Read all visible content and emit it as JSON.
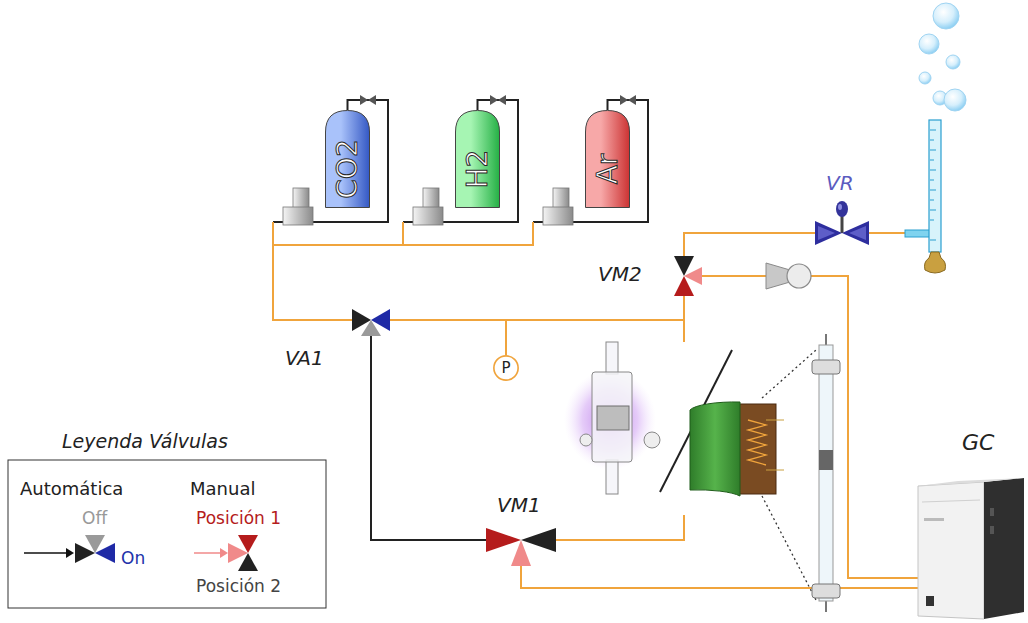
{
  "diagram": {
    "nodes": [
      {
        "text": [
          "CO2"
        ]
      },
      {
        "text": [
          "H2"
        ]
      },
      {
        "text": [
          "Ar"
        ]
      },
      {
        "text": [
          "VA1"
        ]
      },
      {
        "text": [
          "P"
        ]
      },
      {
        "text": [
          "VM2"
        ]
      },
      {
        "text": [
          "VR"
        ]
      },
      {
        "text": [
          "VM1"
        ]
      },
      {
        "text": [
          "GC"
        ]
      }
    ],
    "edges": [
      {
        "from": 0,
        "to": 3,
        "arrow": "none"
      },
      {
        "from": 1,
        "to": 3,
        "arrow": "none"
      },
      {
        "from": 2,
        "to": 3,
        "arrow": "none"
      },
      {
        "from": 3,
        "to": 4,
        "arrow": "none"
      },
      {
        "from": 3,
        "to": 5,
        "arrow": "none"
      },
      {
        "from": 7,
        "to": 3,
        "arrow": "none"
      },
      {
        "from": 5,
        "to": 6,
        "arrow": "none"
      },
      {
        "from": 8,
        "to": 5,
        "arrow": "none"
      },
      {
        "from": 8,
        "to": 7,
        "arrow": "none"
      }
    ],
    "labels": [
      "Leyenda Válvulas",
      "Off",
      "On",
      "Posición 1",
      "Posición 2"
    ],
    "legend": [
      {
        "text": "Automática"
      },
      {
        "text": "Manual"
      }
    ]
  }
}
